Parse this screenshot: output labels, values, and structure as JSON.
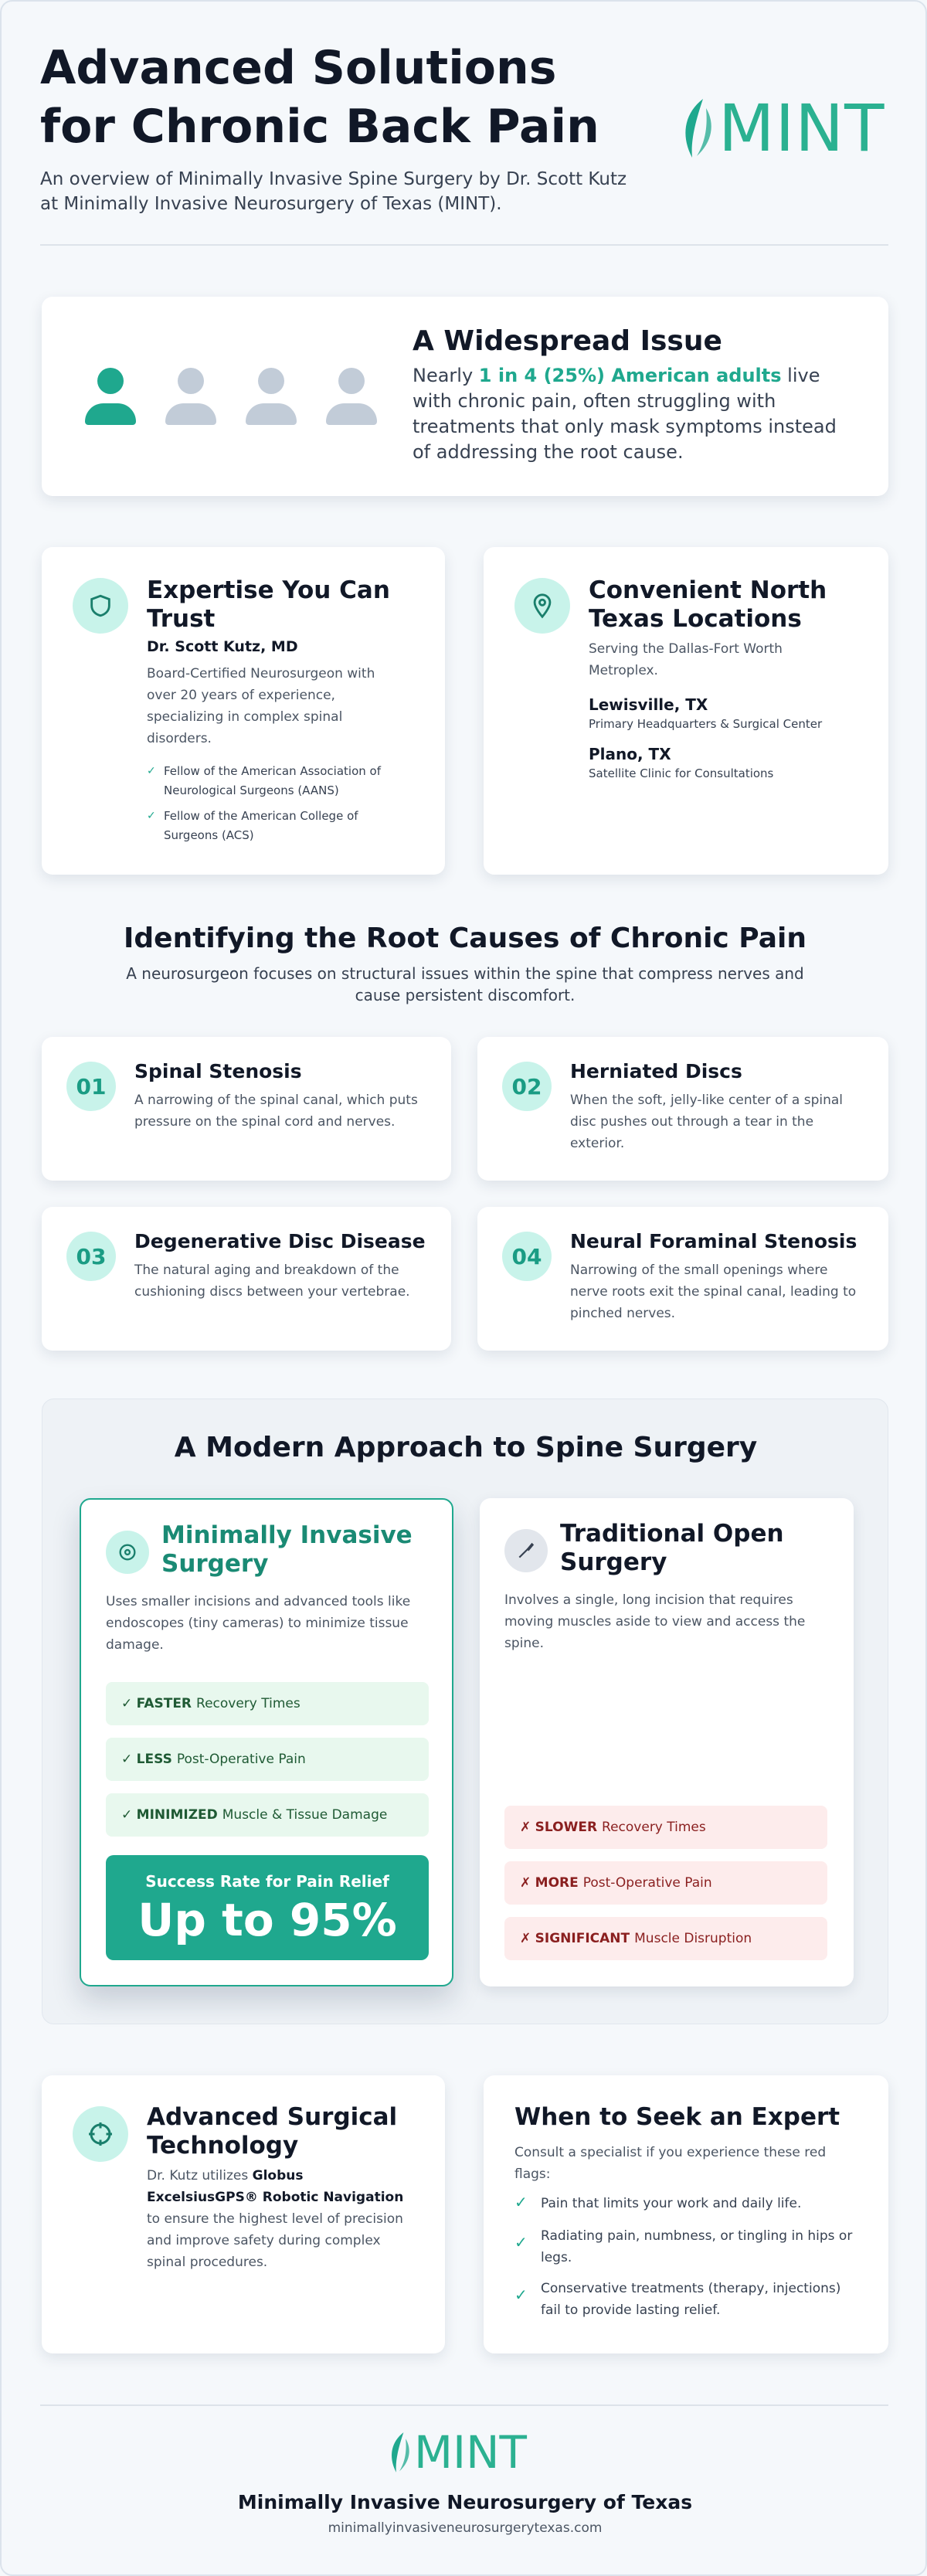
{
  "header": {
    "title_line1": "Advanced Solutions",
    "title_line2": "for Chronic Back Pain",
    "subtitle": "An overview of Minimally Invasive Spine Surgery by Dr. Scott Kutz at Minimally Invasive Neurosurgery of Texas (MINT).",
    "logo_text": "MINT"
  },
  "issue": {
    "title": "A Widespread Issue",
    "text_pre": "Nearly ",
    "text_highlight": "1 in 4 (25%) American adults",
    "text_post": " live with chronic pain, often struggling with treatments that only mask symptoms instead of addressing the root cause."
  },
  "expertise": {
    "title": "Expertise You Can Trust",
    "name": "Dr. Scott Kutz, MD",
    "bio": "Board-Certified Neurosurgeon with over 20 years of experience, specializing in complex spinal disorders.",
    "fellowships": [
      "Fellow of the American Association of Neurological Surgeons (AANS)",
      "Fellow of the American College of Surgeons (ACS)"
    ]
  },
  "locations": {
    "title": "Convenient North Texas Locations",
    "intro": "Serving the Dallas-Fort Worth Metroplex.",
    "items": [
      {
        "city": "Lewisville, TX",
        "desc": "Primary Headquarters & Surgical Center"
      },
      {
        "city": "Plano, TX",
        "desc": "Satellite Clinic for Consultations"
      }
    ]
  },
  "causes": {
    "title": "Identifying the Root Causes of Chronic Pain",
    "subtitle": "A neurosurgeon focuses on structural issues within the spine that compress nerves and cause persistent discomfort.",
    "items": [
      {
        "num": "01",
        "title": "Spinal Stenosis",
        "desc": "A narrowing of the spinal canal, which puts pressure on the spinal cord and nerves."
      },
      {
        "num": "02",
        "title": "Herniated Discs",
        "desc": "When the soft, jelly-like center of a spinal disc pushes out through a tear in the exterior."
      },
      {
        "num": "03",
        "title": "Degenerative Disc Disease",
        "desc": "The natural aging and breakdown of the cushioning discs between your vertebrae."
      },
      {
        "num": "04",
        "title": "Neural Foraminal Stenosis",
        "desc": "Narrowing of the small openings where nerve roots exit the spinal canal, leading to pinched nerves."
      }
    ]
  },
  "approach": {
    "title": "A Modern Approach to Spine Surgery",
    "mis": {
      "title": "Minimally Invasive Surgery",
      "desc": "Uses smaller incisions and advanced tools like endoscopes (tiny cameras) to minimize tissue damage.",
      "benefits": [
        {
          "bold": "FASTER",
          "text": "Recovery Times"
        },
        {
          "bold": "LESS",
          "text": "Post-Operative Pain"
        },
        {
          "bold": "MINIMIZED",
          "text": "Muscle & Tissue Damage"
        }
      ],
      "success_label": "Success Rate for Pain Relief",
      "success_value": "Up to 95%"
    },
    "open": {
      "title": "Traditional Open Surgery",
      "desc": "Involves a single, long incision that requires moving muscles aside to view and access the spine.",
      "drawbacks": [
        {
          "bold": "SLOWER",
          "text": "Recovery Times"
        },
        {
          "bold": "MORE",
          "text": "Post-Operative Pain"
        },
        {
          "bold": "SIGNIFICANT",
          "text": "Muscle Disruption"
        }
      ]
    }
  },
  "technology": {
    "title": "Advanced Surgical Technology",
    "text_pre": "Dr. Kutz utilizes ",
    "text_bold": "Globus ExcelsiusGPS® Robotic Navigation",
    "text_post": " to ensure the highest level of precision and improve safety during complex spinal procedures."
  },
  "seek": {
    "title": "When to Seek an Expert",
    "intro": "Consult a specialist if you experience these red flags:",
    "items": [
      "Pain that limits your work and daily life.",
      "Radiating pain, numbness, or tingling in hips or legs.",
      "Conservative treatments (therapy, injections) fail to provide lasting relief."
    ]
  },
  "footer": {
    "logo_text": "MINT",
    "org": "Minimally Invasive Neurosurgery of Texas",
    "url": "minimallyinvasiveneurosurgerytexas.com"
  },
  "colors": {
    "accent": "#1fa88e",
    "dark": "#111827",
    "good_bg": "#e8f8ee",
    "bad_bg": "#fdecec"
  }
}
